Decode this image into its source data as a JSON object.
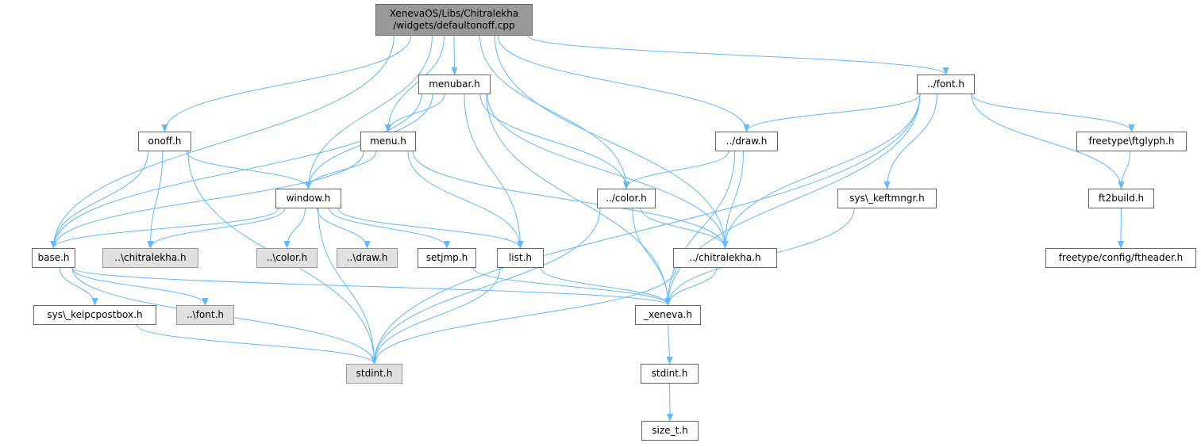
{
  "nodes": {
    "root": {
      "label": "XenevaOS/Libs/Chitralekha\n/widgets/defaultonoff.cpp",
      "style": "root"
    },
    "menubar": {
      "label": "menubar.h"
    },
    "onoff": {
      "label": "onoff.h"
    },
    "menu": {
      "label": "menu.h"
    },
    "window": {
      "label": "window.h"
    },
    "base": {
      "label": "base.h"
    },
    "bchitralekha": {
      "label": "..\\chitralekha.h",
      "style": "gray"
    },
    "bcolor": {
      "label": "..\\color.h",
      "style": "gray"
    },
    "bdraw": {
      "label": "..\\draw.h",
      "style": "gray"
    },
    "setjmp": {
      "label": "setjmp.h"
    },
    "list": {
      "label": "list.h"
    },
    "chitralekha": {
      "label": "../chitralekha.h"
    },
    "color": {
      "label": "../color.h"
    },
    "draw": {
      "label": "../draw.h"
    },
    "font": {
      "label": "../font.h"
    },
    "keftmngr": {
      "label": "sys\\_keftmngr.h"
    },
    "ftglyph": {
      "label": "freetype\\ftglyph.h"
    },
    "ft2build": {
      "label": "ft2build.h"
    },
    "ftheader": {
      "label": "freetype/config/ftheader.h"
    },
    "keipcpostbox": {
      "label": "sys\\_keipcpostbox.h"
    },
    "bfont": {
      "label": "..\\font.h",
      "style": "gray"
    },
    "xeneva": {
      "label": "_xeneva.h"
    },
    "stdint_gray": {
      "label": "stdint.h",
      "style": "gray"
    },
    "stdint": {
      "label": "stdint.h"
    },
    "size_t": {
      "label": "size_t.h"
    }
  },
  "edges": [
    [
      "root",
      "menubar"
    ],
    [
      "root",
      "onoff"
    ],
    [
      "root",
      "menu"
    ],
    [
      "root",
      "window"
    ],
    [
      "root",
      "base"
    ],
    [
      "root",
      "color"
    ],
    [
      "root",
      "chitralekha"
    ],
    [
      "root",
      "draw"
    ],
    [
      "root",
      "font"
    ],
    [
      "menubar",
      "menu"
    ],
    [
      "menubar",
      "window"
    ],
    [
      "menubar",
      "base"
    ],
    [
      "menubar",
      "color"
    ],
    [
      "menubar",
      "list"
    ],
    [
      "menubar",
      "xeneva"
    ],
    [
      "menubar",
      "chitralekha"
    ],
    [
      "onoff",
      "window"
    ],
    [
      "onoff",
      "base"
    ],
    [
      "onoff",
      "bchitralekha"
    ],
    [
      "onoff",
      "stdint_gray"
    ],
    [
      "menu",
      "window"
    ],
    [
      "menu",
      "base"
    ],
    [
      "menu",
      "list"
    ],
    [
      "menu",
      "chitralekha"
    ],
    [
      "window",
      "base"
    ],
    [
      "window",
      "bchitralekha"
    ],
    [
      "window",
      "bcolor"
    ],
    [
      "window",
      "bdraw"
    ],
    [
      "window",
      "setjmp"
    ],
    [
      "window",
      "list"
    ],
    [
      "window",
      "stdint_gray"
    ],
    [
      "base",
      "keipcpostbox"
    ],
    [
      "base",
      "bfont"
    ],
    [
      "base",
      "xeneva"
    ],
    [
      "base",
      "stdint_gray"
    ],
    [
      "font",
      "draw"
    ],
    [
      "font",
      "chitralekha"
    ],
    [
      "font",
      "keftmngr"
    ],
    [
      "font",
      "xeneva"
    ],
    [
      "font",
      "stdint_gray"
    ],
    [
      "font",
      "ft2build"
    ],
    [
      "font",
      "ftglyph"
    ],
    [
      "draw",
      "color"
    ],
    [
      "draw",
      "chitralekha"
    ],
    [
      "draw",
      "xeneva"
    ],
    [
      "color",
      "chitralekha"
    ],
    [
      "color",
      "xeneva"
    ],
    [
      "color",
      "stdint_gray"
    ],
    [
      "chitralekha",
      "xeneva"
    ],
    [
      "chitralekha",
      "stdint_gray"
    ],
    [
      "setjmp",
      "xeneva"
    ],
    [
      "list",
      "xeneva"
    ],
    [
      "list",
      "stdint_gray"
    ],
    [
      "keipcpostbox",
      "stdint_gray"
    ],
    [
      "keftmngr",
      "xeneva"
    ],
    [
      "ftglyph",
      "ft2build"
    ],
    [
      "ft2build",
      "ftheader"
    ],
    [
      "xeneva",
      "stdint"
    ],
    [
      "stdint",
      "size_t"
    ]
  ],
  "colors": {
    "edge": "#63b8ff",
    "root_fill": "#999999",
    "external_fill": "#e0e0e0"
  }
}
